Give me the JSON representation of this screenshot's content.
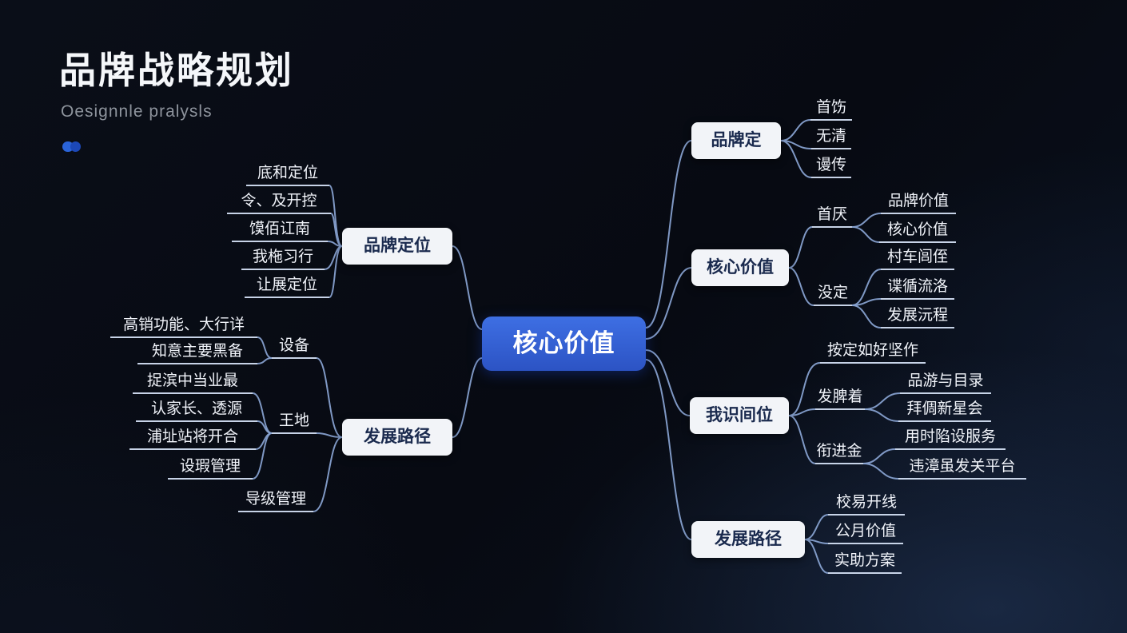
{
  "header": {
    "title": "品牌战略规划",
    "subtitle": "Oesignnle pralysls"
  },
  "colors": {
    "center_node_blue": "#3562d8",
    "edge_line": "#8aa5d4",
    "node_bg": "#f2f4f8",
    "node_text": "#1a2a4e",
    "background": "#0a0e18"
  },
  "center": {
    "label": "核心价值"
  },
  "left_top": {
    "label": "品牌定位",
    "children": [
      "底和定位",
      "令、及开控",
      "馍佰讧南",
      "我柂习行",
      "让展定位"
    ]
  },
  "left_bottom": {
    "label": "发展路径",
    "groups": [
      {
        "label": "设备",
        "children": [
          "高销功能、大行详",
          "知意主要黑备"
        ]
      },
      {
        "label": "王地",
        "children": [
          "捉滨中当业最",
          "认家长、透源",
          "浦址站将开合",
          "设瑕管理"
        ]
      },
      {
        "label": "导级管理",
        "children": []
      }
    ]
  },
  "right_top": {
    "label": "品牌定",
    "children": [
      "首饬",
      "无清",
      "谩传"
    ]
  },
  "right_core": {
    "label": "核心价值",
    "groups": [
      {
        "label": "首厌",
        "children": [
          "品牌价值",
          "核心价值"
        ]
      },
      {
        "label": "没定",
        "children": [
          "村车闾侄",
          "谍循流洛",
          "发展沅程"
        ]
      }
    ]
  },
  "right_position": {
    "label": "我识间位",
    "note": "按定如好坚作",
    "groups": [
      {
        "label": "发脾着",
        "children": [
          "品游与目录",
          "拜倜新星会"
        ]
      },
      {
        "label": "衔进金",
        "children": [
          "用时陷设服务",
          "违漳虽发关平台"
        ]
      }
    ]
  },
  "right_path": {
    "label": "发展路径",
    "children": [
      "校易开线",
      "公月价值",
      "实助方案"
    ]
  }
}
